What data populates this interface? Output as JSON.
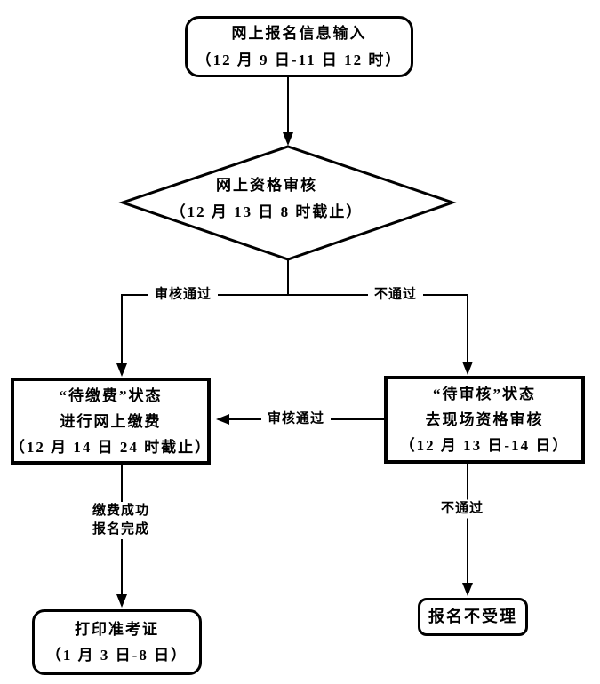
{
  "page": {
    "background_color": "#ffffff",
    "line_color": "#000000",
    "text_color": "#000000"
  },
  "flowchart": {
    "nodes": {
      "start": {
        "lines": [
          "网上报名信息输入",
          "（12 月 9 日-11 日 12 时）"
        ]
      },
      "decision": {
        "lines": [
          "网上资格审核",
          "（12 月 13 日 8 时截止）"
        ]
      },
      "pay": {
        "lines": [
          "“待缴费”状态",
          "进行网上缴费",
          "（12 月 14 日 24 时截止）"
        ]
      },
      "onsite": {
        "lines": [
          "“待审核”状态",
          "去现场资格审核",
          "（12 月 13 日-14 日）"
        ]
      },
      "print": {
        "lines": [
          "打印准考证",
          "（1 月 3 日-8 日）"
        ]
      },
      "reject": {
        "lines": [
          "报名不受理"
        ]
      }
    },
    "edge_labels": {
      "decision_pass": "审核通过",
      "decision_fail": "不通过",
      "onsite_pass": "审核通过",
      "pay_success": [
        "缴费成功",
        "报名完成"
      ],
      "onsite_fail": "不通过"
    }
  }
}
